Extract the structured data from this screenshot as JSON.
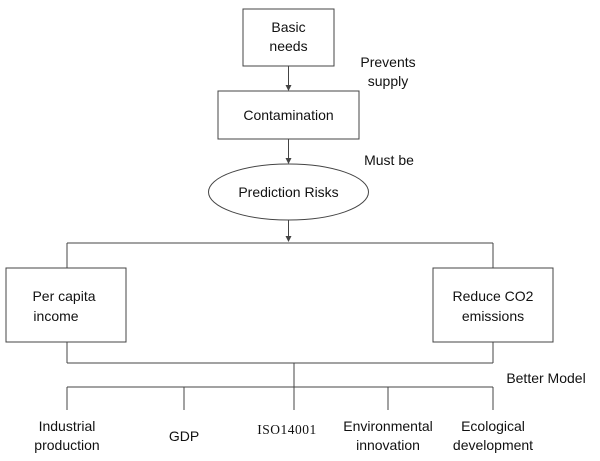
{
  "nodes": {
    "basic_needs": [
      "Basic",
      "needs"
    ],
    "contamination": "Contamination",
    "prediction_risks": "Prediction Risks",
    "per_capita_income": [
      "Per capita",
      "income"
    ],
    "reduce_co2": [
      "Reduce CO2",
      "emissions"
    ]
  },
  "edge_labels": {
    "prevents_supply": [
      "Prevents",
      "supply"
    ],
    "must_be": "Must be",
    "better_model": "Better Model"
  },
  "outcomes": {
    "industrial_production": [
      "Industrial",
      "production"
    ],
    "gdp": "GDP",
    "iso14001": "ISO14001",
    "environmental_innovation": [
      "Environmental",
      "innovation"
    ],
    "ecological_development": [
      "Ecological",
      "development"
    ]
  }
}
